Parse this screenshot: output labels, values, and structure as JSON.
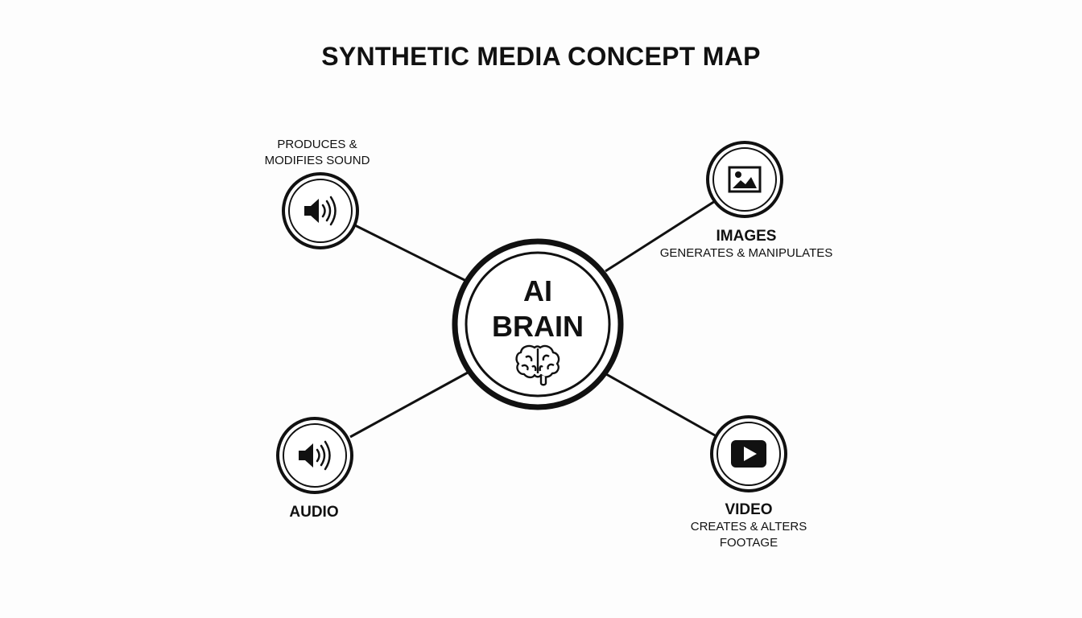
{
  "title": "SYNTHETIC MEDIA CONCEPT MAP",
  "center": {
    "line1": "AI",
    "line2": "BRAIN",
    "icon": "brain-icon"
  },
  "nodes": {
    "sound": {
      "desc_line1": "PRODUCES &",
      "desc_line2": "MODIFIES SOUND",
      "icon": "speaker-icon"
    },
    "images": {
      "name": "IMAGES",
      "desc": "GENERATES & MANIPULATES",
      "icon": "image-icon"
    },
    "audio": {
      "name": "AUDIO",
      "icon": "speaker-icon"
    },
    "video": {
      "name": "VIDEO",
      "desc_line1": "CREATES & ALTERS",
      "desc_line2": "FOOTAGE",
      "icon": "play-icon"
    }
  }
}
